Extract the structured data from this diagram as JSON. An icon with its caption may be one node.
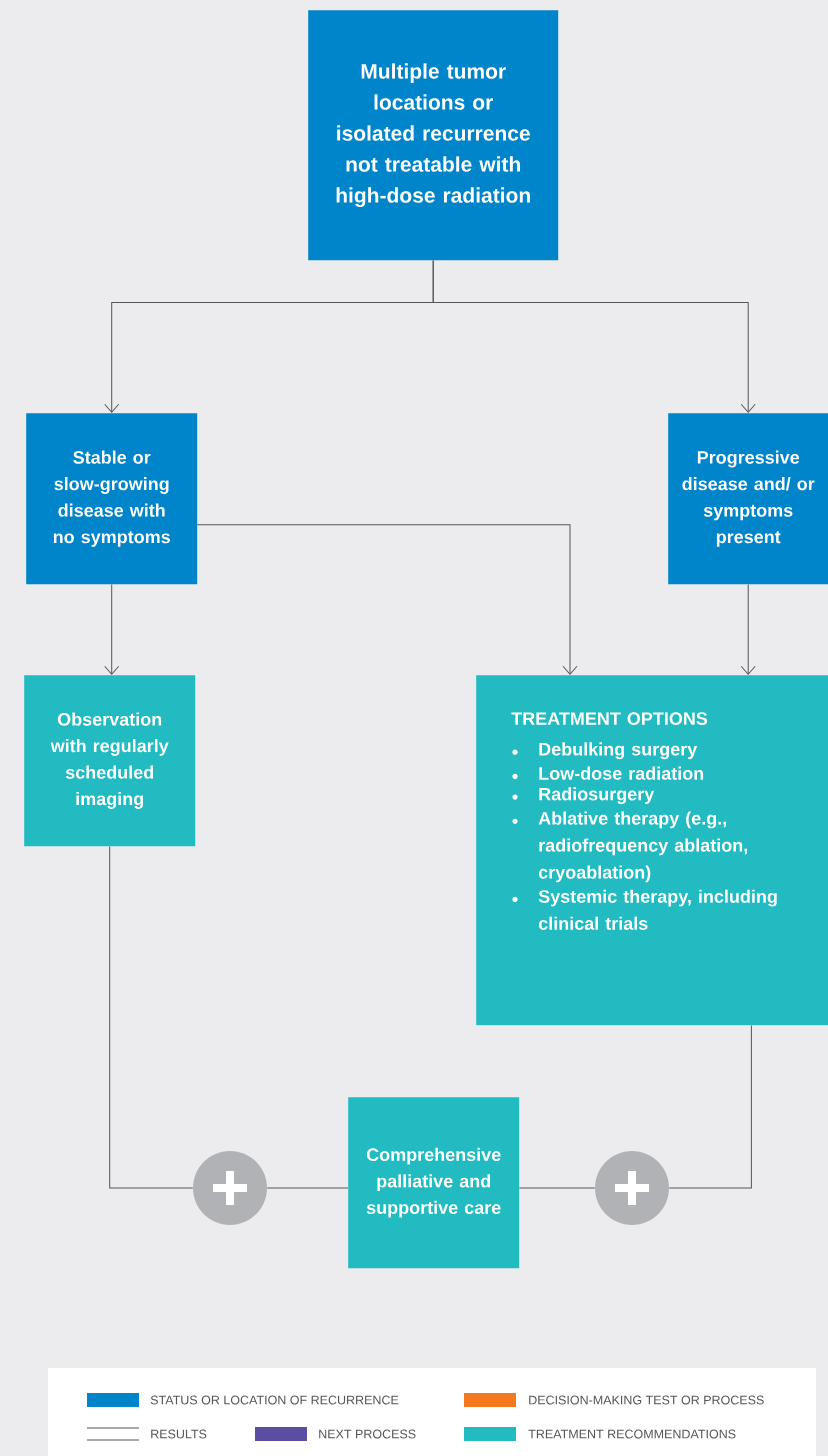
{
  "diagram": {
    "nodes": [
      {
        "text": [
          "Multiple tumor locations or isolated recurrence not treatable with high-dose radiation"
        ]
      },
      {
        "text": [
          "Stable or slow-growing disease with no symptoms"
        ]
      },
      {
        "text": [
          "Progressive disease and/ or symptoms present"
        ]
      },
      {
        "text": [
          "Observation with regularly scheduled imaging"
        ]
      },
      {
        "text": [
          "TREATMENT OPTIONS",
          "Debulking surgery",
          "Low-dose radiation",
          "Radiosurgery",
          "Ablative therapy (e.g., radiofrequency ablation, cryoablation)",
          "Systemic therapy, including clinical trials"
        ]
      },
      {
        "text": [],
        "shape": "circle"
      },
      {
        "text": [
          "Comprehensive palliative and supportive care"
        ]
      },
      {
        "text": [],
        "shape": "circle"
      }
    ],
    "edges": [
      {
        "from": 0,
        "to": 1,
        "arrow": "to"
      },
      {
        "from": 0,
        "to": 2,
        "arrow": "to"
      },
      {
        "from": 1,
        "to": 3,
        "arrow": "to"
      },
      {
        "from": 1,
        "to": 4,
        "arrow": "to"
      },
      {
        "from": 2,
        "to": 4,
        "arrow": "to"
      },
      {
        "from": 3,
        "to": 5,
        "arrow": "none"
      },
      {
        "from": 5,
        "to": 6,
        "arrow": "none"
      },
      {
        "from": 4,
        "to": 7,
        "arrow": "none"
      },
      {
        "from": 7,
        "to": 6,
        "arrow": "none"
      }
    ],
    "legend": [
      {
        "text": "STATUS OR LOCATION OF RECURRENCE",
        "color": "#0085ca"
      },
      {
        "text": "DECISION-MAKING TEST OR PROCESS",
        "color": "#f47920"
      },
      {
        "text": "RESULTS"
      },
      {
        "text": "NEXT PROCESS",
        "color": "#5b4ea1"
      },
      {
        "text": "TREATMENT RECOMMENDATIONS",
        "color": "#22bbc1"
      }
    ]
  }
}
